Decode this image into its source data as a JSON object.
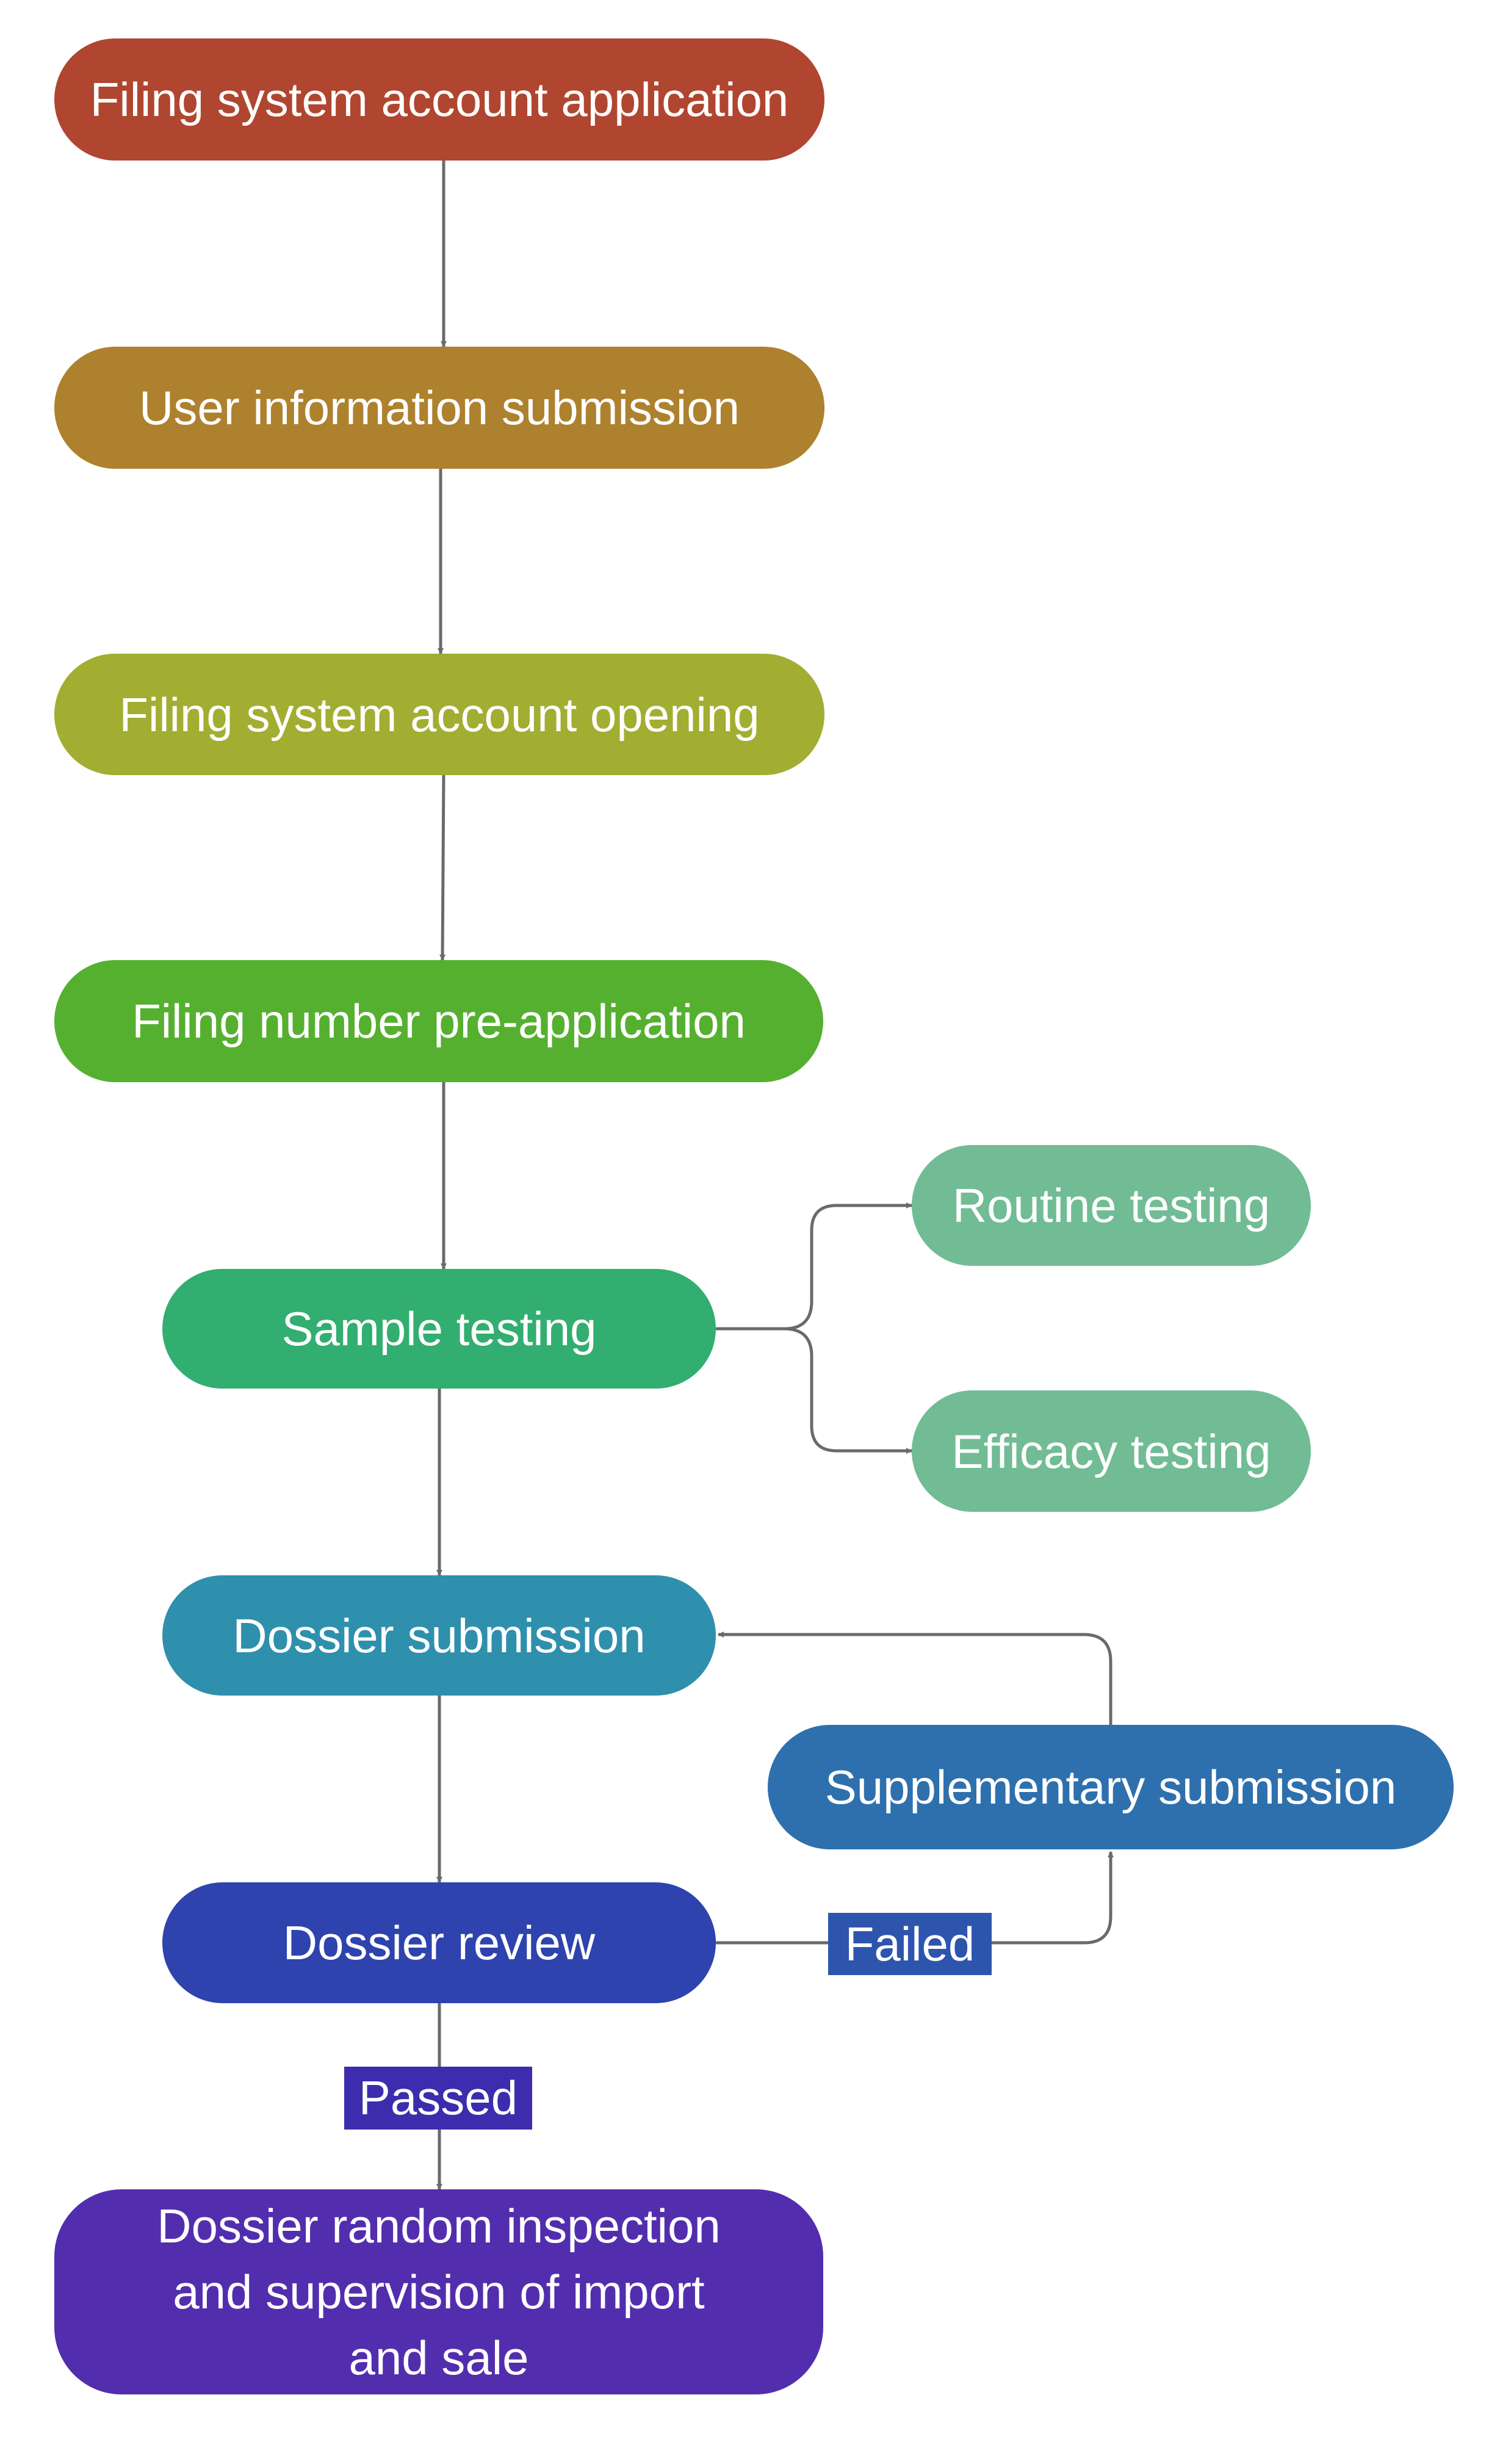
{
  "nodes": {
    "account_application": {
      "text": "Filing system account application",
      "color": "#b04630"
    },
    "user_info_submission": {
      "text": "User information submission",
      "color": "#ae812f"
    },
    "account_opening": {
      "text": "Filing system account opening",
      "color": "#a1ae31"
    },
    "number_preapplication": {
      "text": "Filing number pre-application",
      "color": "#56b030"
    },
    "sample_testing": {
      "text": "Sample testing",
      "color": "#31ae70"
    },
    "routine_testing": {
      "text": "Routine testing",
      "color": "#71bc95"
    },
    "efficacy_testing": {
      "text": "Efficacy testing",
      "color": "#71bc95"
    },
    "dossier_submission": {
      "text": "Dossier submission",
      "color": "#2e90ad"
    },
    "supplementary_submission": {
      "text": "Supplementary submission",
      "color": "#2e70ae"
    },
    "dossier_review": {
      "text": "Dossier review",
      "color": "#2e43ad"
    },
    "inspection_supervision": {
      "text": "Dossier random inspection and supervision of import and sale",
      "color": "#522eae"
    }
  },
  "edge_labels": {
    "failed": {
      "text": "Failed",
      "color": "#2e55ae"
    },
    "passed": {
      "text": "Passed",
      "color": "#3d2cae"
    }
  },
  "line_color": "#6a6a6a"
}
